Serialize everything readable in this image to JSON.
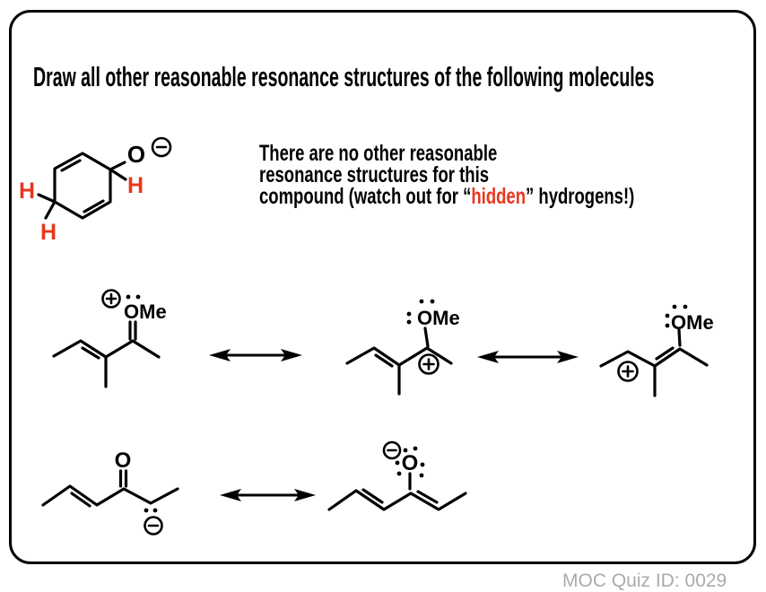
{
  "colors": {
    "background": "#ffffff",
    "frame_border": "#000000",
    "text": "#000000",
    "highlight_red": "#e8371f",
    "footer_gray": "#a8abad"
  },
  "title": "Draw all other reasonable resonance structures of the following molecules",
  "note": {
    "line1": "There are no other reasonable",
    "line2": "resonance structures for this",
    "line3_pre": "compound (watch out for “",
    "line3_highlight": "hidden",
    "line3_post": "” hydrogens!)"
  },
  "footer": "MOC Quiz ID: 0029",
  "atom_labels": {
    "mol1_oxygen": "O",
    "mol1_h_right": "H",
    "mol1_h_left": "H",
    "mol1_h_bottom": "H",
    "row2_struct1_ome": "OMe",
    "row2_struct2_ome": "OMe",
    "row2_struct3_ome": "OMe",
    "row3_struct1_oxygen": "O",
    "row3_struct2_oxygen": "O"
  }
}
